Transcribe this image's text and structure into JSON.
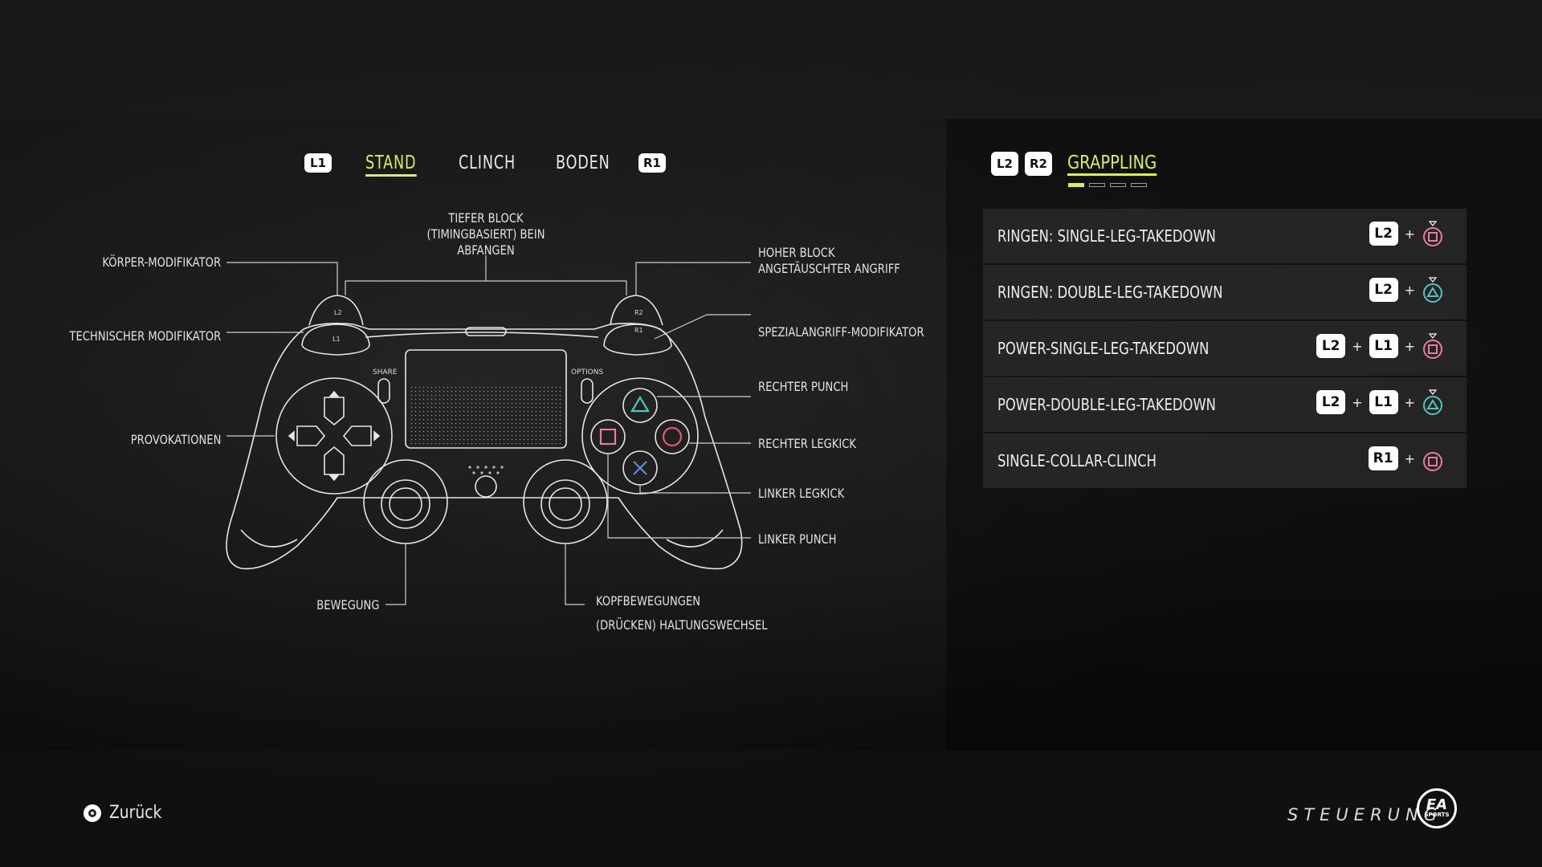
{
  "tabs": {
    "left_bumper": "L1",
    "right_bumper": "R1",
    "items": [
      {
        "label": "STAND",
        "active": true
      },
      {
        "label": "CLINCH",
        "active": false
      },
      {
        "label": "BODEN",
        "active": false
      }
    ]
  },
  "controller": {
    "share": "SHARE",
    "options": "OPTIONS",
    "l2": "L2",
    "l1": "L1",
    "r2": "R2",
    "r1": "R1",
    "labels": {
      "tiefer_block": [
        "TIEFER BLOCK",
        "(TIMINGBASIERT) BEIN",
        "ABFANGEN"
      ],
      "koerper_modifikator": "KÖRPER-MODIFIKATOR",
      "technischer_modifikator": "TECHNISCHER MODIFIKATOR",
      "provokationen": "PROVOKATIONEN",
      "bewegung": "BEWEGUNG",
      "hoher_block": [
        "HOHER BLOCK",
        "ANGETÄUSCHTER ANGRIFF"
      ],
      "spezialangriff": "SPEZIALANGRIFF-MODIFIKATOR",
      "rechter_punch": "RECHTER PUNCH",
      "rechter_legkick": "RECHTER LEGKICK",
      "linker_legkick": "LINKER LEGKICK",
      "linker_punch": "LINKER PUNCH",
      "kopfbewegungen": [
        "KOPFBEWEGUNGEN",
        "(DRÜCKEN) HALTUNGSWECHSEL"
      ]
    }
  },
  "grappling": {
    "chips": [
      "L2",
      "R2"
    ],
    "title": "GRAPPLING",
    "pages": 4,
    "current_page": 1,
    "moves": [
      {
        "name": "RINGEN: SINGLE-LEG-TAKEDOWN",
        "keys": [
          "L2"
        ],
        "face": "square",
        "color": "#e87ca0"
      },
      {
        "name": "RINGEN: DOUBLE-LEG-TAKEDOWN",
        "keys": [
          "L2"
        ],
        "face": "triangle",
        "color": "#4fc7c0"
      },
      {
        "name": "POWER-SINGLE-LEG-TAKEDOWN",
        "keys": [
          "L2",
          "L1"
        ],
        "face": "square",
        "color": "#e87ca0"
      },
      {
        "name": "POWER-DOUBLE-LEG-TAKEDOWN",
        "keys": [
          "L2",
          "L1"
        ],
        "face": "triangle",
        "color": "#4fc7c0"
      },
      {
        "name": "SINGLE-COLLAR-CLINCH",
        "keys": [
          "R1"
        ],
        "face": "square",
        "color": "#e87ca0"
      }
    ]
  },
  "footer": {
    "back_label": "Zurück",
    "screen_title": "STEUERUNG",
    "logo": "EA",
    "logo_sub": "SPORTS"
  },
  "colors": {
    "accent": "#d7f05a",
    "triangle": "#4fc7c0",
    "square": "#e87ca0",
    "circle": "#e05a6a",
    "cross": "#5a8fe0"
  }
}
